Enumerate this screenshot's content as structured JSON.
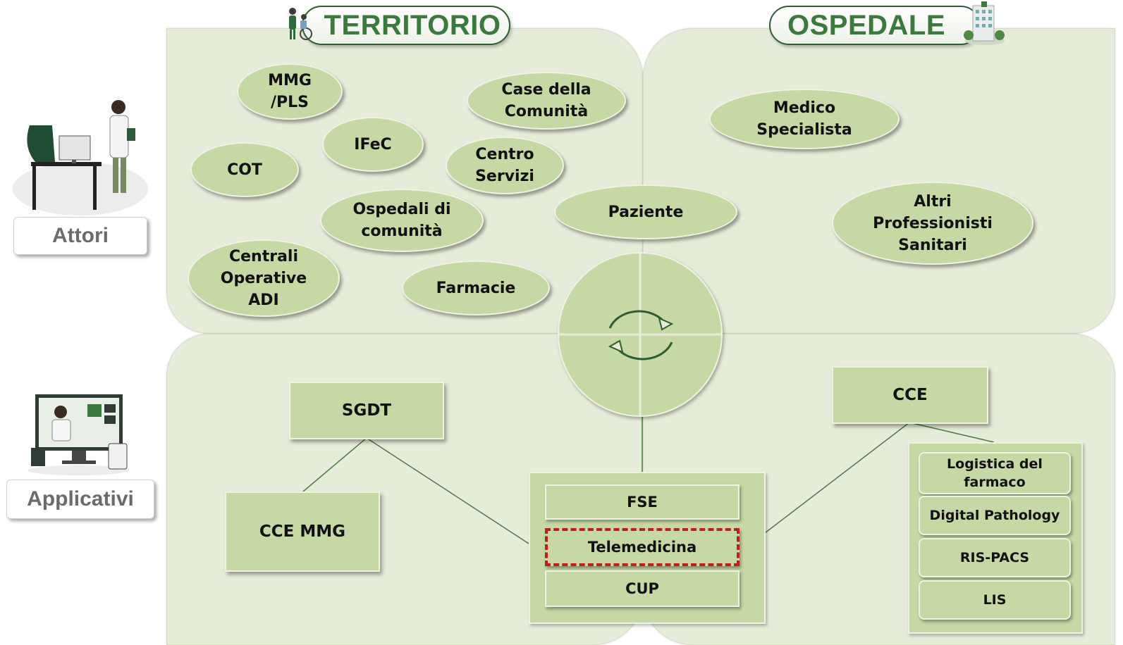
{
  "headers": {
    "territorio": "TERRITORIO",
    "ospedale": "OSPEDALE"
  },
  "side_labels": {
    "attori": "Attori",
    "applicativi": "Applicativi"
  },
  "territorio_actors": {
    "mmg": "MMG\n/PLS",
    "case_comunita": "Case della\nComunità",
    "ifec": "IFeC",
    "cot": "COT",
    "centro_servizi": "Centro\nServizi",
    "ospedali_comunita": "Ospedali di\ncomunità",
    "centrali_adi": "Centrali\nOperative\nADI",
    "farmacie": "Farmacie"
  },
  "paziente": "Paziente",
  "ospedale_actors": {
    "medico_specialista": "Medico\nSpecialista",
    "altri_professionisti": "Altri\nProfessionisti\nSanitari"
  },
  "applicativi": {
    "sgdt": "SGDT",
    "cce_mmg": "CCE MMG",
    "cce": "CCE",
    "fse": "FSE",
    "telemedicina": "Telemedicina",
    "cup": "CUP",
    "hospital_systems": [
      "Logistica del\nfarmaco",
      "Digital Pathology",
      "RIS-PACS",
      "LIS"
    ]
  },
  "icons": {
    "cycle": "refresh-cycle-icon",
    "territorio": "doctor-wheelchair-icon",
    "ospedale": "hospital-building-icon",
    "attori": "doctor-desk-illustration",
    "applicativi": "telemedicine-computer-illustration"
  },
  "colors": {
    "quadrant_bg": "#e6ecda",
    "shape_fill": "#c6d8a4",
    "header_text": "#3a7a3c",
    "highlight_dash": "#c21d1d",
    "connector": "#4f7a3f"
  }
}
